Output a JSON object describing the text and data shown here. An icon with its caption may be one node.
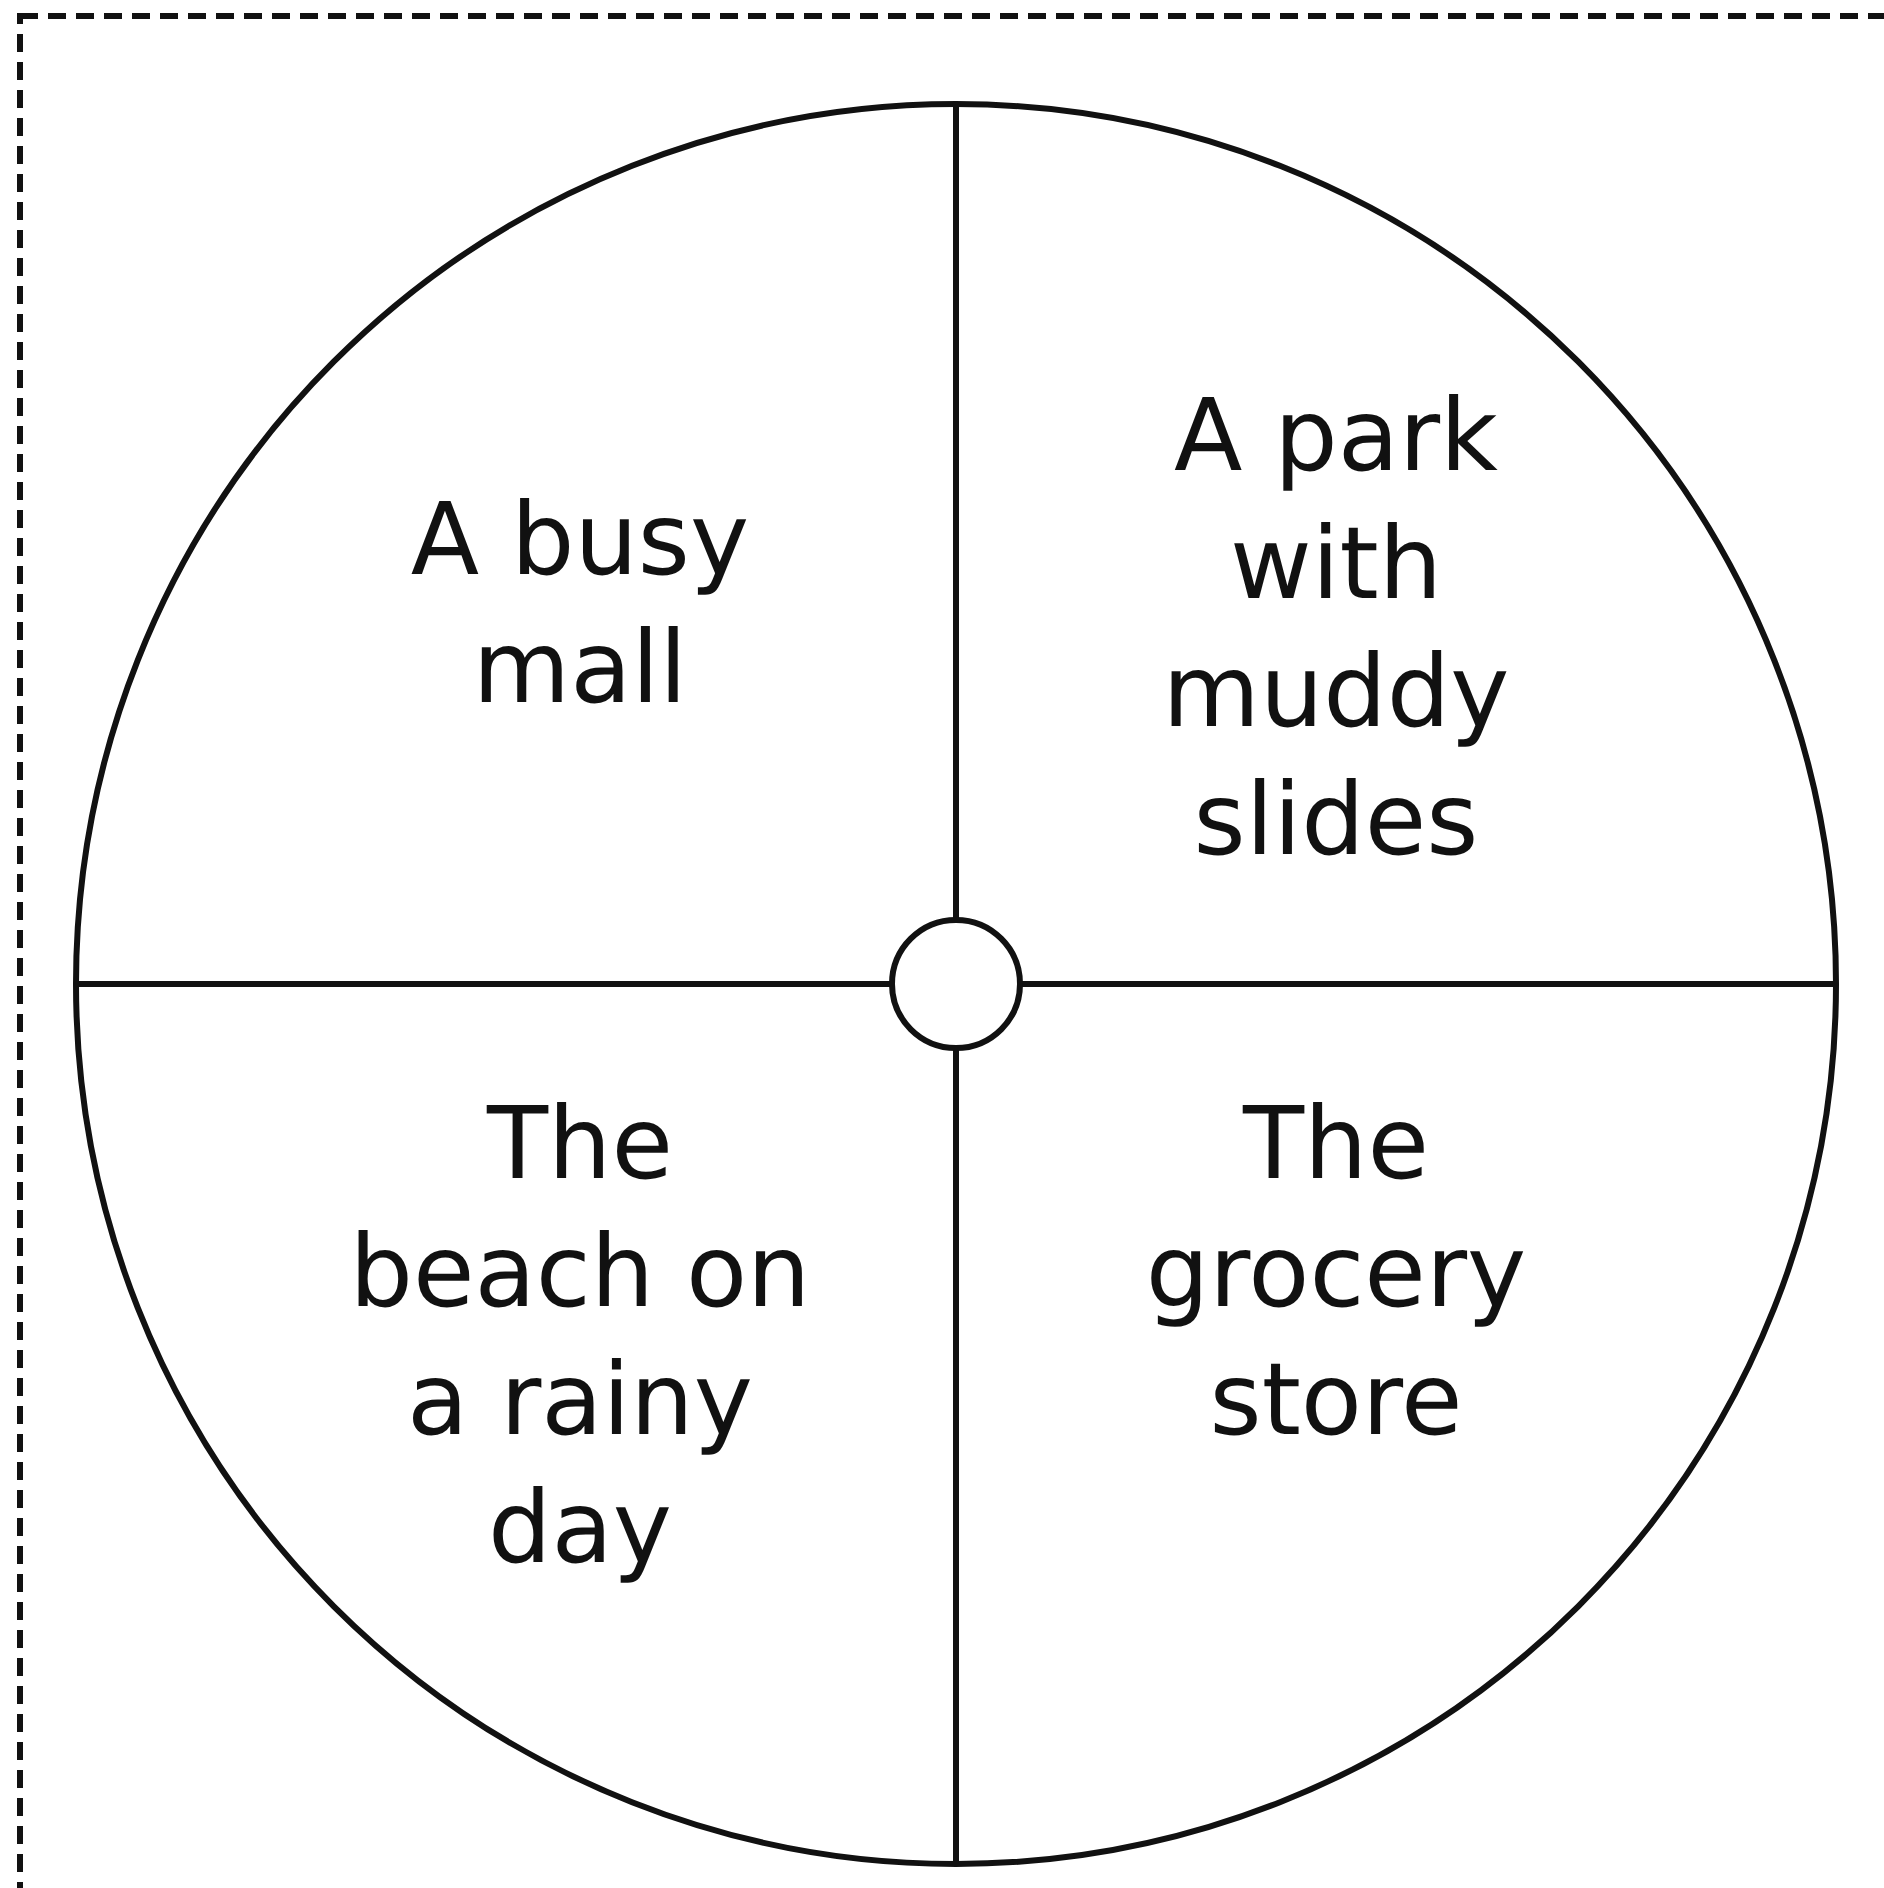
{
  "diagram": {
    "nodes": [
      {
        "text": [
          "A busy mall"
        ]
      },
      {
        "text": [
          "A park with muddy slides"
        ]
      },
      {
        "text": [
          "The beach on a rainy day"
        ]
      },
      {
        "text": [
          "The grocery store"
        ]
      }
    ]
  }
}
